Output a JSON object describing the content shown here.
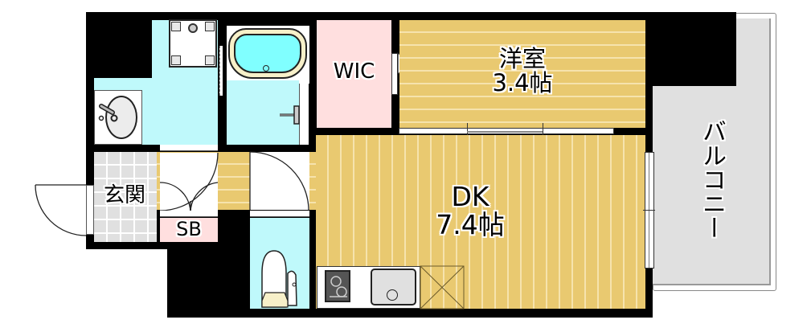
{
  "floorplan": {
    "rooms": {
      "western_room": {
        "name": "洋室",
        "size": "3.4帖"
      },
      "dining_kitchen": {
        "name": "DK",
        "size": "7.4帖"
      },
      "wic": {
        "name": "WIC"
      },
      "entrance": {
        "name": "玄関"
      },
      "shoe_box": {
        "name": "SB"
      },
      "balcony": {
        "name": "バルコニー"
      }
    },
    "colors": {
      "wall": "#000000",
      "wood_floor": "#e9c970",
      "wet_area": "#bff9fb",
      "wic": "#ffdfdf",
      "shoe_box": "#ffdfdf",
      "entrance_tile": "#e0e0e0",
      "balcony": "#e0e0e0"
    }
  }
}
